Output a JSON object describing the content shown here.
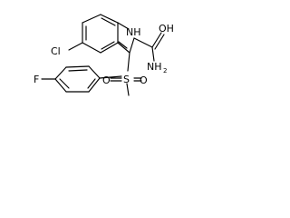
{
  "molecule": {
    "atoms": {
      "chlorine": "Cl",
      "indole_nh": "NH",
      "carbonyl_oxygen": "OH",
      "amide_nitrogen": "NH",
      "amide_h2": "2",
      "sulfur": "S",
      "sulfonyl_oxygen_left": "O",
      "sulfonyl_oxygen_right": "O",
      "fluorine": "F"
    }
  }
}
